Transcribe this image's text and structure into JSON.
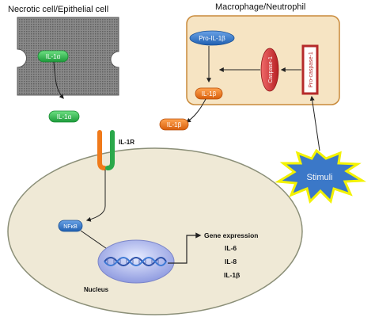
{
  "labels": {
    "necrotic": "Necrotic cell/Epithelial cell",
    "macrophage": "Macrophage/Neutrophil",
    "il1a_inner": "IL-1α",
    "il1a_outer": "IL-1α",
    "pro_il1b": "Pro-IL-1β",
    "caspase1": "Caspase-1",
    "pro_caspase1": "Pro-caspase-1",
    "il1b_inner": "IL-1β",
    "il1b_outer": "IL-1β",
    "il1r": "IL-1R",
    "stimuli": "Stimuli",
    "nfkb": "NFκB",
    "nucleus": "Nucleus",
    "gene_expression": "Gene expression",
    "il6": "IL-6",
    "il8": "IL-8",
    "il1b_gene": "IL-1β"
  },
  "colors": {
    "cell_fill": "#efe9d6",
    "cell_stroke": "#8b8f78",
    "macrophage_fill": "#f6e4c3",
    "macrophage_stroke": "#c98a3a",
    "green_pill": "#2fbf4f",
    "orange_pill": "#f07a1a",
    "blue_pill": "#2f74c8",
    "caspase_red": "#d7383b",
    "procaspase_border": "#b52a2a",
    "receptor_orange": "#f07a1a",
    "receptor_green": "#2aa84a",
    "nucleus_blue": "#b7c0ea",
    "stimuli_yellow": "#f3f200",
    "stimuli_blue": "#3b78c8",
    "necrotic_gray": "#7a7a7a"
  }
}
